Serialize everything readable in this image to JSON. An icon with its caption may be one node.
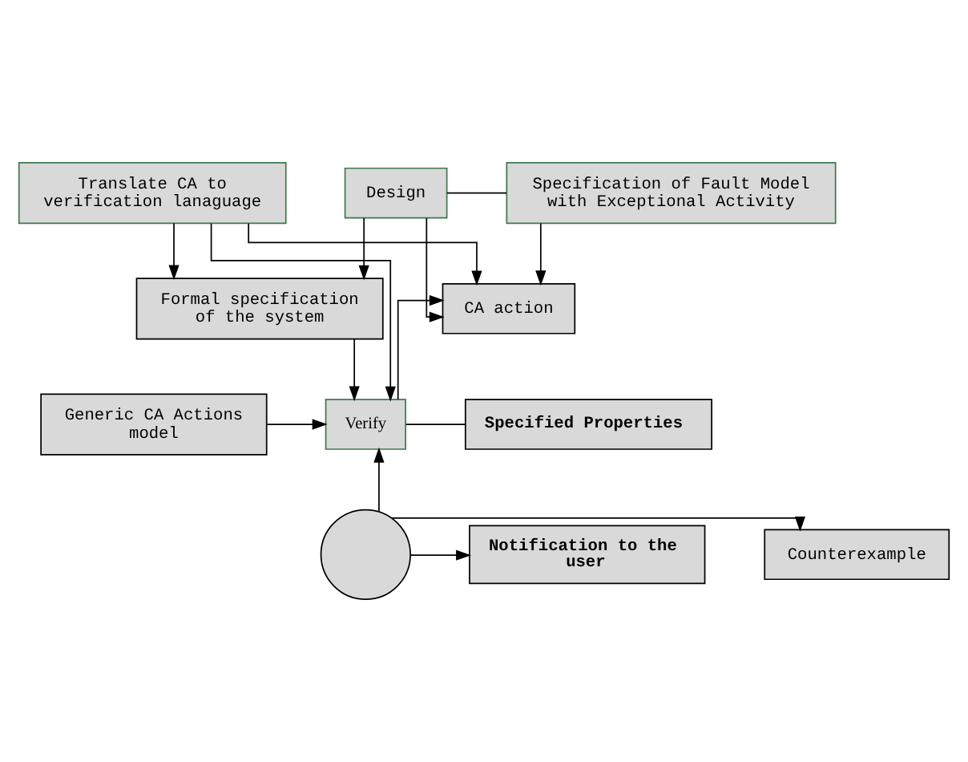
{
  "diagram": {
    "nodes": [
      {
        "text": [
          "Design"
        ]
      },
      {
        "text": [
          "Specification of Fault Model with Exceptional Activity"
        ]
      },
      {
        "text": [
          "Translate CA to verification lanaguage"
        ]
      },
      {
        "text": [
          "Formal specification of the system"
        ]
      },
      {
        "text": [
          "CA action"
        ]
      },
      {
        "text": [
          "Generic CA Actions model"
        ]
      },
      {
        "text": [
          "Verify"
        ]
      },
      {
        "text": [
          "Specified Properties"
        ]
      },
      {
        "text": [
          "Notification to the user"
        ]
      },
      {
        "text": [],
        "shape": "circle"
      },
      {
        "text": [
          "Counterexample"
        ]
      }
    ],
    "edges": [
      {
        "from": 0,
        "to": 1,
        "arrow": "none"
      },
      {
        "from": 0,
        "to": 3,
        "arrow": "to"
      },
      {
        "from": 2,
        "to": 3,
        "arrow": "to"
      },
      {
        "from": 0,
        "to": 4,
        "arrow": "to"
      },
      {
        "from": 1,
        "to": 4,
        "arrow": "to"
      },
      {
        "from": 2,
        "to": 4,
        "arrow": "to"
      },
      {
        "from": 2,
        "to": 6,
        "arrow": "to"
      },
      {
        "from": 3,
        "to": 6,
        "arrow": "to"
      },
      {
        "from": 5,
        "to": 6,
        "arrow": "to"
      },
      {
        "from": 6,
        "to": 4,
        "arrow": "to"
      },
      {
        "from": 6,
        "to": 7,
        "arrow": "none"
      },
      {
        "from": 9,
        "to": 6,
        "arrow": "to"
      },
      {
        "from": 9,
        "to": 8,
        "arrow": "to"
      },
      {
        "from": 9,
        "to": 10,
        "arrow": "to"
      }
    ]
  }
}
